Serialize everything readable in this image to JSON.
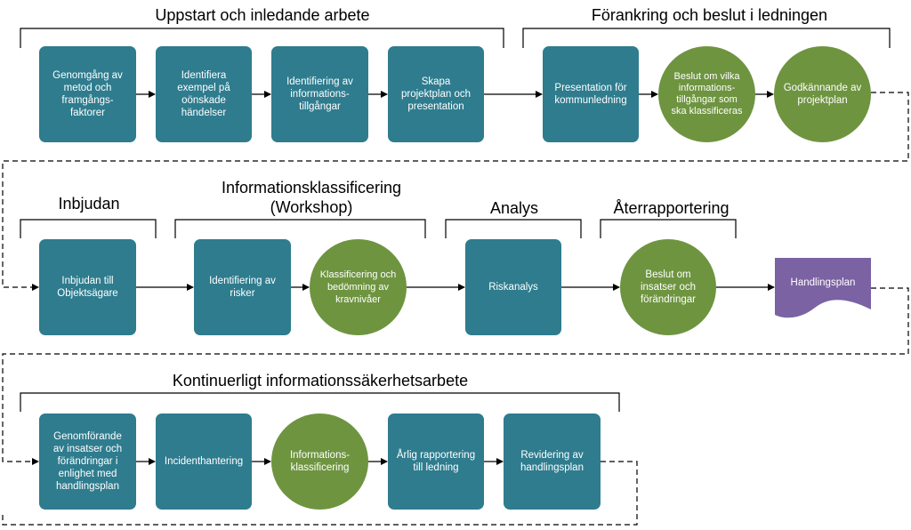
{
  "stage_headings": {
    "uppstart": "Uppstart och inledande arbete",
    "forankring": "Förankring och beslut i ledningen",
    "inbjudan": "Inbjudan",
    "informationsklassificering": "Informationsklassificering\n(Workshop)",
    "analys": "Analys",
    "aterrapportering": "Återrapportering",
    "kontinuerligt": "Kontinuerligt informationssäkerhetsarbete"
  },
  "nodes": {
    "genomgang": "Genomgång av\nmetod och\nframgångs-\nfaktorer",
    "identifiera_exempel": "Identifiera\nexempel på\noönskade\nhändelser",
    "identifiering_tillgangar": "Identifiering av\ninformations-\ntillgångar",
    "skapa_projektplan": "Skapa\nprojektplan och\npresentation",
    "presentation": "Presentation för\nkommunledning",
    "beslut_tillgangar": "Beslut om vilka\ninformations-\ntillgångar som\nska klassificeras",
    "godkannande": "Godkännande av\nprojektplan",
    "inbjudan_till": "Inbjudan till\nObjektsägare",
    "identifiering_risker": "Identifiering av\nrisker",
    "klassificering_bedomning": "Klassificering och\nbedömning av\nkravnivåer",
    "riskanalys": "Riskanalys",
    "beslut_insatser": "Beslut om\ninsatser och\nförändringar",
    "handlingsplan": "Handlingsplan",
    "genomforande": "Genomförande\nav insatser och\nförändringar i\nenlighet med\nhandlingsplan",
    "incidenthantering": "Incidenthantering",
    "informationsklassificering": "Informations-\nklassificering",
    "arlig_rapportering": "Årlig rapportering\ntill ledning",
    "revidering": "Revidering av\nhandlingsplan"
  },
  "colors": {
    "process_box": "#2E7C8E",
    "decision_circle": "#6E9440",
    "document": "#7B62A3",
    "connector": "#000000"
  }
}
